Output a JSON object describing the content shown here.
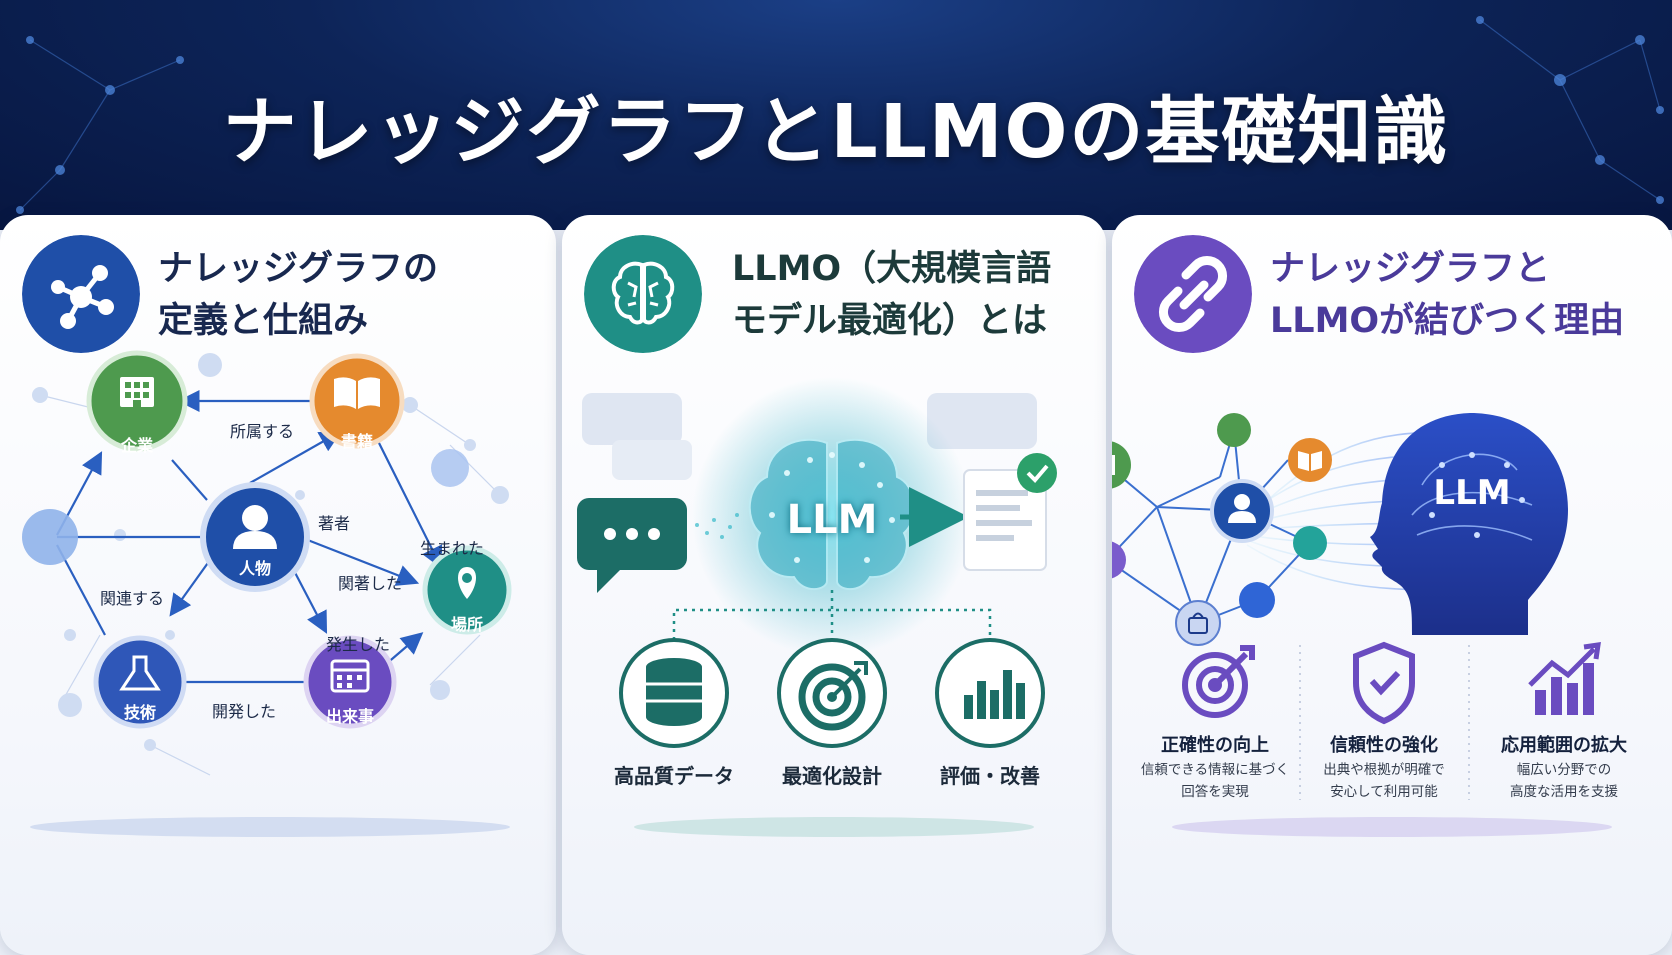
{
  "title": "ナレッジグラフとLLMOの基礎知識",
  "panels": [
    {
      "icon": "network-nodes-icon",
      "title_line1": "ナレッジグラフの",
      "title_line2": "定義と仕組み",
      "nodes": {
        "company": "企業",
        "books": "書籍",
        "person": "人物",
        "place": "場所",
        "technology": "技術",
        "event": "出来事"
      },
      "edges": {
        "belongs": "所属する",
        "author": "著者",
        "born": "生まれた",
        "related": "関連する",
        "involved": "関著した",
        "occurred": "発生した",
        "developed": "開発した"
      }
    },
    {
      "icon": "brain-icon",
      "title_line1": "LLMO（大規模言語",
      "title_line2": "モデル最適化）とは",
      "center_label": "LLM",
      "items": [
        "高品質データ",
        "最適化設計",
        "評価・改善"
      ]
    },
    {
      "icon": "link-chain-icon",
      "title_line1": "ナレッジグラフと",
      "title_line2": "LLMOが結びつく理由",
      "head_label": "LLM",
      "benefits": [
        {
          "title": "正確性の向上",
          "desc1": "信頼できる情報に基づく",
          "desc2": "回答を実現"
        },
        {
          "title": "信頼性の強化",
          "desc1": "出典や根拠が明確で",
          "desc2": "安心して利用可能"
        },
        {
          "title": "応用範囲の拡大",
          "desc1": "幅広い分野での",
          "desc2": "高度な活用を支援"
        }
      ]
    }
  ],
  "colors": {
    "navy": "#0d2458",
    "blue": "#1f4fa8",
    "green": "#4e9a4e",
    "orange": "#e58a2e",
    "teal": "#1f8f86",
    "purple": "#6a4cc0"
  }
}
